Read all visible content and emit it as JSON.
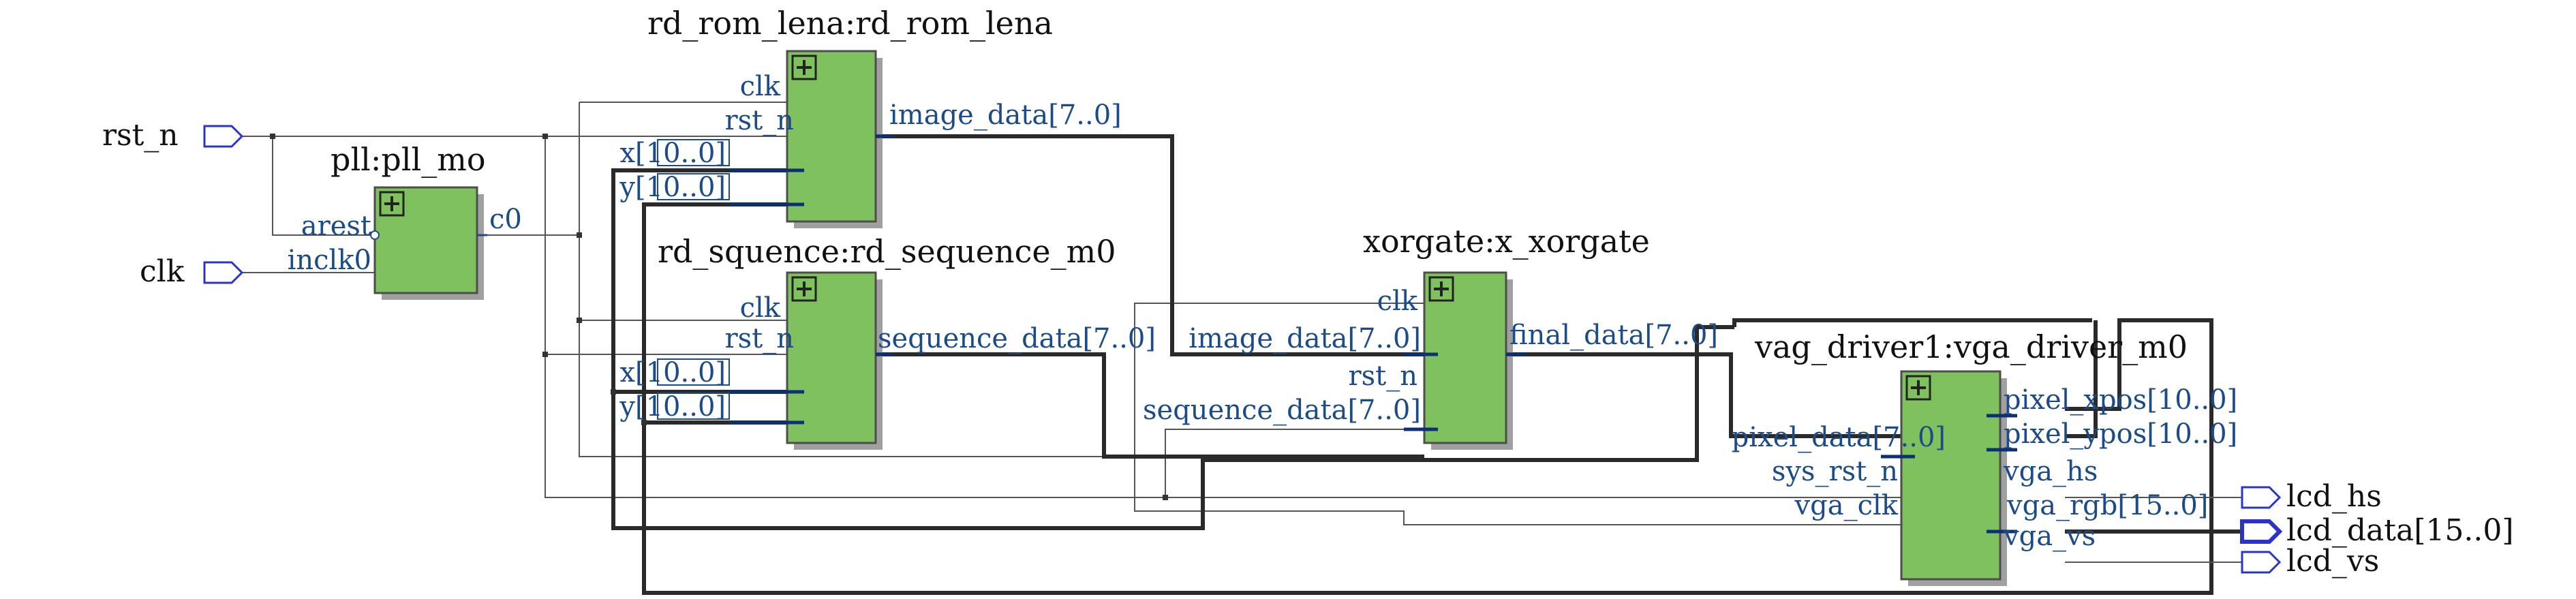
{
  "colors": {
    "block_fill": "#7fc05f",
    "port_text": "#1c4b8a",
    "io_pin": "#2b34c8",
    "wire": "#555555",
    "bus": "#2a2a2a"
  },
  "io": {
    "rst_n": "rst_n",
    "clk": "clk",
    "lcd_hs": "lcd_hs",
    "lcd_data": "lcd_data[15..0]",
    "lcd_vs": "lcd_vs"
  },
  "blocks": {
    "pll": {
      "title": "pll:pll_mo",
      "ports": {
        "arest": "arest",
        "inclk0": "inclk0",
        "c0": "c0"
      }
    },
    "rom": {
      "title": "rd_rom_lena:rd_rom_lena",
      "ports": {
        "clk": "clk",
        "rst_n": "rst_n",
        "x": "x[10..0]",
        "y": "y[10..0]",
        "image_data": "image_data[7..0]"
      }
    },
    "seq": {
      "title": "rd_squence:rd_sequence_m0",
      "ports": {
        "clk": "clk",
        "rst_n": "rst_n",
        "x": "x[10..0]",
        "y": "y[10..0]",
        "sequence_data": "sequence_data[7..0]"
      }
    },
    "xor": {
      "title": "xorgate:x_xorgate",
      "ports": {
        "clk": "clk",
        "image_data": "image_data[7..0]",
        "rst_n": "rst_n",
        "sequence_data": "sequence_data[7..0]",
        "final_data": "final_data[7..0]"
      }
    },
    "vga": {
      "title": "vag_driver1:vga_driver_m0",
      "ports": {
        "pixel_data": "pixel_data[7..0]",
        "sys_rst_n": "sys_rst_n",
        "vga_clk": "vga_clk",
        "pixel_xpos": "pixel_xpos[10..0]",
        "pixel_ypos": "pixel_ypos[10..0]",
        "vga_hs": "vga_hs",
        "vga_rgb": "vga_rgb[15..0]",
        "vga_vs": "vga_vs"
      }
    }
  },
  "icons": {
    "expand": "expand-box-icon",
    "input_pin": "input-pin-icon",
    "output_pin": "output-pin-icon"
  }
}
